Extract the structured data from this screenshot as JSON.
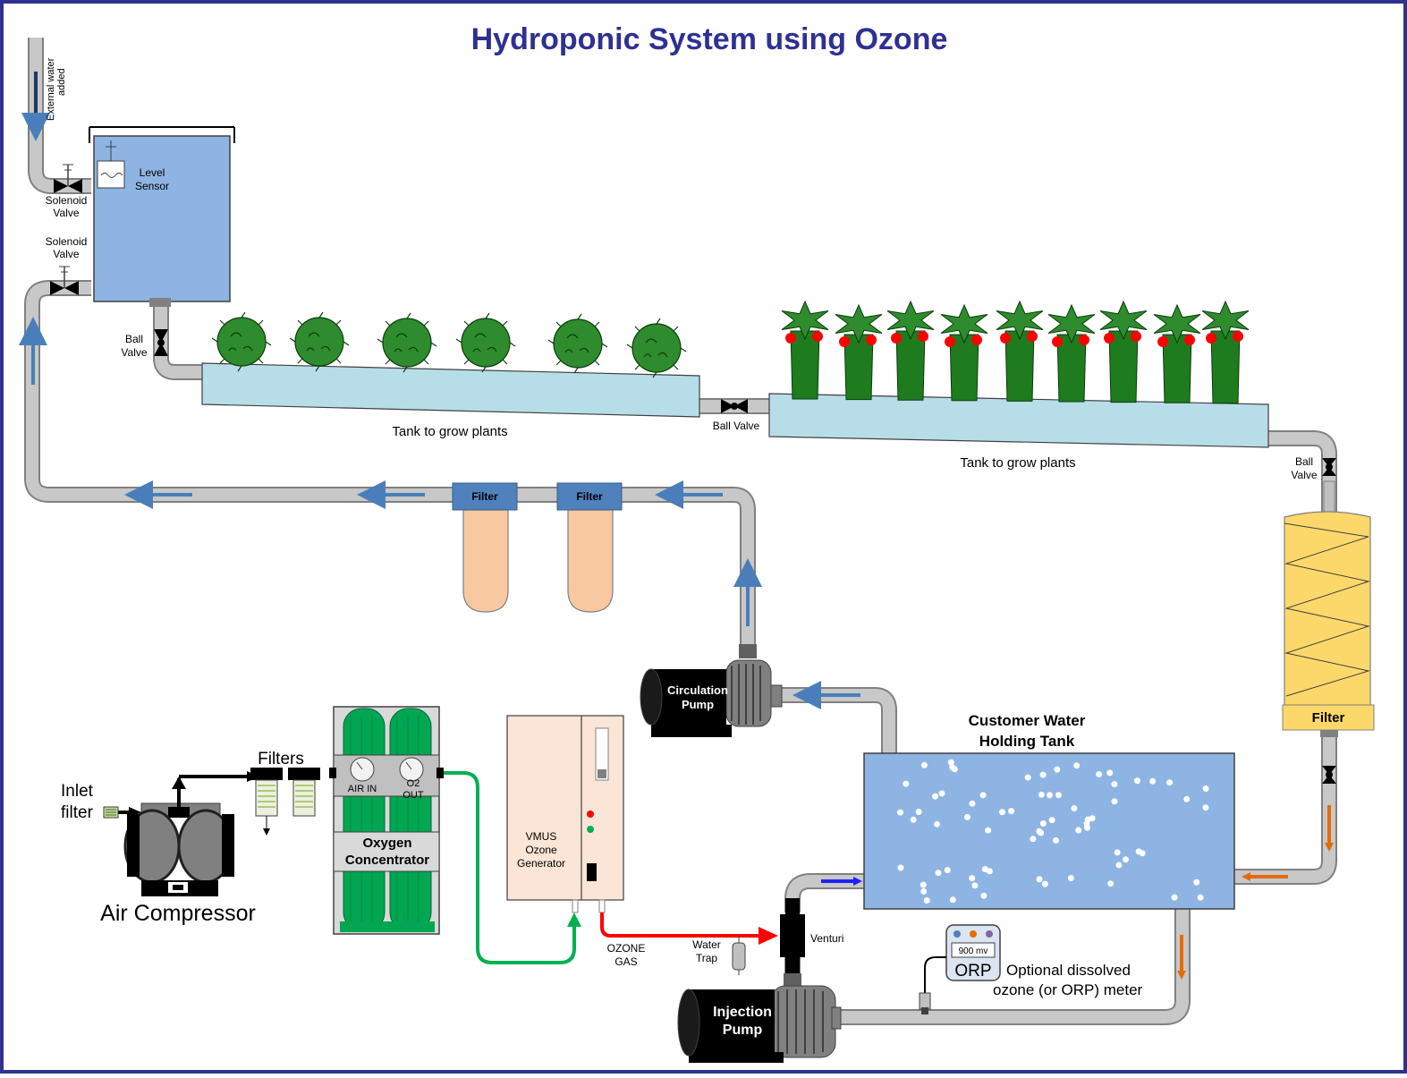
{
  "title": "Hydroponic System using Ozone",
  "labels": {
    "external_water": [
      "External water",
      "added"
    ],
    "solenoid_top": [
      "Solenoid",
      "Valve"
    ],
    "solenoid_bottom": [
      "Solenoid",
      "Valve"
    ],
    "level_sensor": [
      "Level",
      "Sensor"
    ],
    "ball_valve_left": [
      "Ball",
      "Valve"
    ],
    "ball_valve_middle": "Ball Valve",
    "ball_valve_right": [
      "Ball",
      "Valve"
    ],
    "tank1": "Tank to grow plants",
    "tank2": "Tank to grow plants",
    "filter_a": "Filter",
    "filter_b": "Filter",
    "filter_big": "Filter",
    "circulation_pump": [
      "Circulation",
      "Pump"
    ],
    "customer_tank": [
      "Customer Water",
      "Holding Tank"
    ],
    "filters_small": "Filters",
    "inlet_filter": [
      "Inlet",
      "filter"
    ],
    "air_compressor": "Air Compressor",
    "air_in": "AIR IN",
    "o2_out": [
      "O2",
      "OUT"
    ],
    "oxygen_concentrator": [
      "Oxygen",
      "Concentrator"
    ],
    "ozone_generator": [
      "VMUS",
      "Ozone",
      "Generator"
    ],
    "ozone_gas": [
      "OZONE",
      "GAS"
    ],
    "water_trap": [
      "Water",
      "Trap"
    ],
    "venturi": "Venturi",
    "injection_pump": [
      "Injection",
      "Pump"
    ],
    "orp_reading": "900 mv",
    "orp": "ORP",
    "orp_caption": [
      "Optional dissolved",
      "ozone (or ORP) meter"
    ]
  },
  "colors": {
    "title": "#2e3192",
    "pipe": "#c0c0c0",
    "tank_water": "#8db4e2",
    "grow_tank": "#b7dde8",
    "blue_arrow": "#4a7ebb",
    "orange_arrow": "#e36c09",
    "green_line": "#00b050",
    "red_line": "#ff0000",
    "filter_cartridge": "#f8c8a0",
    "big_filter": "#fcd86a",
    "oxygen_cylinder": "#00a651",
    "pump_body": "#000000"
  }
}
